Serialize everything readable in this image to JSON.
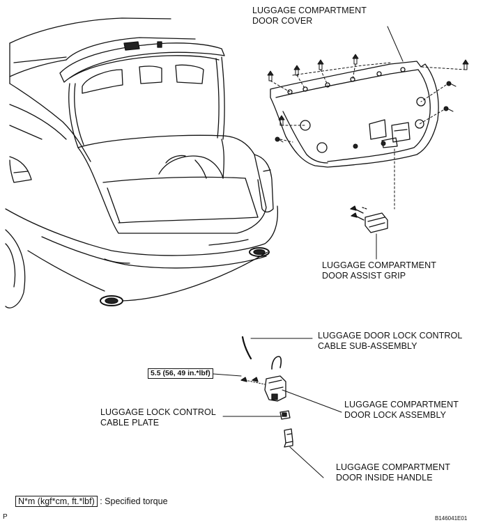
{
  "labels": {
    "door_cover": [
      "LUGGAGE COMPARTMENT",
      "DOOR COVER"
    ],
    "assist_grip": [
      "LUGGAGE COMPARTMENT",
      "DOOR ASSIST GRIP"
    ],
    "cable_sub_assembly": [
      "LUGGAGE DOOR LOCK CONTROL",
      "CABLE SUB-ASSEMBLY"
    ],
    "lock_assembly": [
      "LUGGAGE COMPARTMENT",
      "DOOR LOCK ASSEMBLY"
    ],
    "cable_plate": [
      "LUGGAGE LOCK CONTROL",
      "CABLE PLATE"
    ],
    "inside_handle": [
      "LUGGAGE COMPARTMENT",
      "DOOR INSIDE HANDLE"
    ]
  },
  "torque_value": "5.5 (56, 49 in.*lbf)",
  "legend": {
    "unit_box": "N*m (kgf*cm, ft.*lbf)",
    "text": ": Specified torque"
  },
  "corner_letter": "P",
  "figure_id": "B146041E01"
}
